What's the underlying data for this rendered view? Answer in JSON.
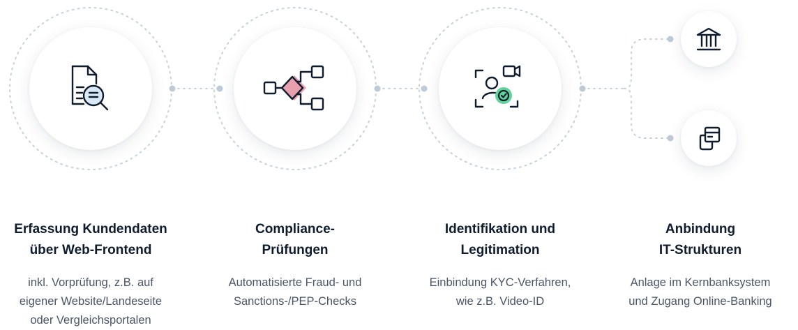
{
  "steps": [
    {
      "title_lines": [
        "Erfassung Kundendaten",
        "über Web-Frontend"
      ],
      "desc_lines": [
        "inkl. Vorprüfung, z.B. auf",
        "eigener Website/Landeseite",
        "oder Vergleichsportalen"
      ],
      "icon": "document-search-icon"
    },
    {
      "title_lines": [
        "Compliance-",
        "Prüfungen"
      ],
      "desc_lines": [
        "Automatisierte Fraud- und",
        "Sanctions-/PEP-Checks"
      ],
      "icon": "compliance-flow-icon"
    },
    {
      "title_lines": [
        "Identifikation und",
        "Legitimation"
      ],
      "desc_lines": [
        "Einbindung KYC-Verfahren,",
        "wie z.B. Video-ID"
      ],
      "icon": "video-identification-icon"
    },
    {
      "title_lines": [
        "Anbindung",
        "IT-Strukturen"
      ],
      "desc_lines": [
        "Anlage im Kernbanksystem",
        "und Zugang Online-Banking"
      ],
      "icons": [
        "bank-icon",
        "mobile-banking-icon"
      ]
    }
  ],
  "colors": {
    "text_dark": "#0f1c2e",
    "text_muted": "#4a5566",
    "connector": "#c5d2dc",
    "accent_pink": "#e8a0ae",
    "accent_green": "#5fd49a"
  }
}
